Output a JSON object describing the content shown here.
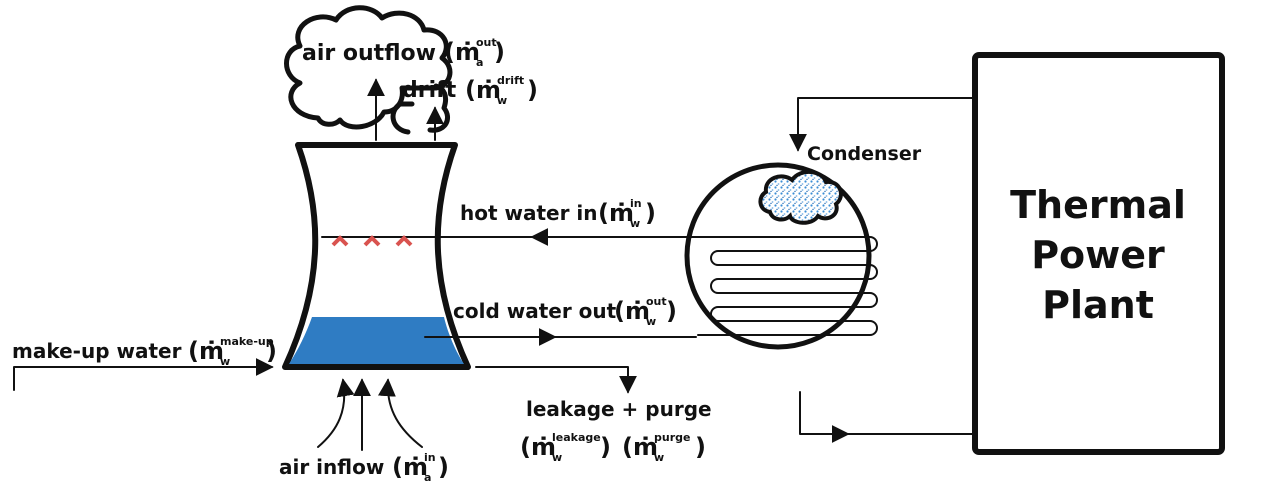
{
  "labels": {
    "air_outflow": "air outflow",
    "drift": "drift",
    "condenser": "Condenser",
    "hot_water_in": "hot water in",
    "cold_water_out": "cold water out",
    "make_up_water": "make-up water",
    "leakage_purge": "leakage + purge",
    "air_inflow": "air inflow"
  },
  "symbols": {
    "m_dot": "ṁ",
    "sub_a": "a",
    "sub_w": "w",
    "sup_out": "out",
    "sup_in": "in",
    "sup_drift": "drift",
    "sup_makeup": "make-up",
    "sup_leakage": "leakage",
    "sup_purge": "purge"
  },
  "plant": {
    "line1": "Thermal",
    "line2": "Power",
    "line3": "Plant"
  },
  "colors": {
    "basin_water": "#2f7cc3",
    "heat_marks": "#d9534f",
    "condenser_vapor": "#3b8ed6",
    "line": "#111111"
  }
}
